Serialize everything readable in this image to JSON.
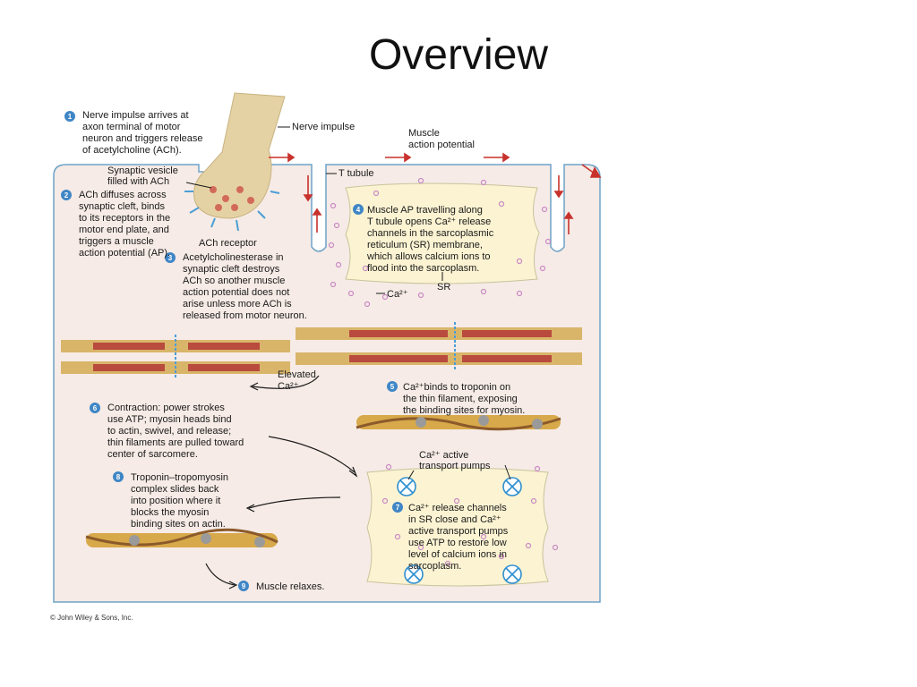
{
  "slide": {
    "title": "Overview"
  },
  "copyright": "© John Wiley & Sons, Inc.",
  "steps": [
    {
      "num": "1",
      "lines": [
        "Nerve impulse arrives at",
        "axon terminal of motor",
        "neuron and triggers release",
        "of acetylcholine (ACh)."
      ]
    },
    {
      "num": "2",
      "lines": [
        "ACh diffuses across",
        "synaptic cleft, binds",
        "to its receptors in the",
        "motor end plate, and",
        "triggers a muscle",
        "action potential (AP)."
      ]
    },
    {
      "num": "3",
      "lines": [
        "Acetylcholinesterase in",
        "synaptic cleft destroys",
        "ACh so another muscle",
        "action potential does not",
        "arise unless more ACh is",
        "released from motor neuron."
      ]
    },
    {
      "num": "4",
      "lines": [
        "Muscle AP travelling along",
        "T tubule opens Ca²⁺ release",
        "channels in the sarcoplasmic",
        "reticulum (SR) membrane,",
        "which allows calcium ions to",
        "flood into the sarcoplasm."
      ]
    },
    {
      "num": "5",
      "lines": [
        "Ca²⁺binds to troponin on",
        "the thin filament, exposing",
        "the binding sites for myosin."
      ]
    },
    {
      "num": "6",
      "lines": [
        "Contraction: power strokes",
        "use ATP; myosin heads bind",
        "to actin, swivel, and release;",
        "thin filaments are pulled toward",
        "center of sarcomere."
      ]
    },
    {
      "num": "7",
      "lines": [
        "Ca²⁺ release channels",
        "in SR close and Ca²⁺",
        "active transport pumps",
        "use ATP to restore low",
        "level of calcium ions in",
        "sarcoplasm."
      ]
    },
    {
      "num": "8",
      "lines": [
        "Troponin–tropomyosin",
        "complex slides back",
        "into position where it",
        "blocks the myosin",
        "binding sites on actin."
      ]
    },
    {
      "num": "9",
      "lines": [
        "Muscle relaxes."
      ]
    }
  ],
  "labels": {
    "nerve_impulse": "Nerve impulse",
    "muscle_ap": [
      "Muscle",
      "action potential"
    ],
    "t_tubule": "T tubule",
    "synaptic_vesicle": [
      "Synaptic vesicle",
      "filled with ACh"
    ],
    "ach_receptor": "ACh receptor",
    "sr": "SR",
    "ca_sr": "Ca²⁺",
    "elevated_ca": [
      "Elevated",
      "Ca²⁺"
    ],
    "ca_pumps": [
      "Ca²⁺ active",
      "transport pumps"
    ]
  },
  "colors": {
    "cell_fill": "#f6ebe6",
    "cell_stroke": "#6fa3c8",
    "neuron": "#e4d2a4",
    "sr_fill": "#fbf3d2",
    "ca_dot": "#c98ac4",
    "badge": "#3f86c6",
    "arrow_red": "#c8322c",
    "pump": "#2e8fd0"
  }
}
